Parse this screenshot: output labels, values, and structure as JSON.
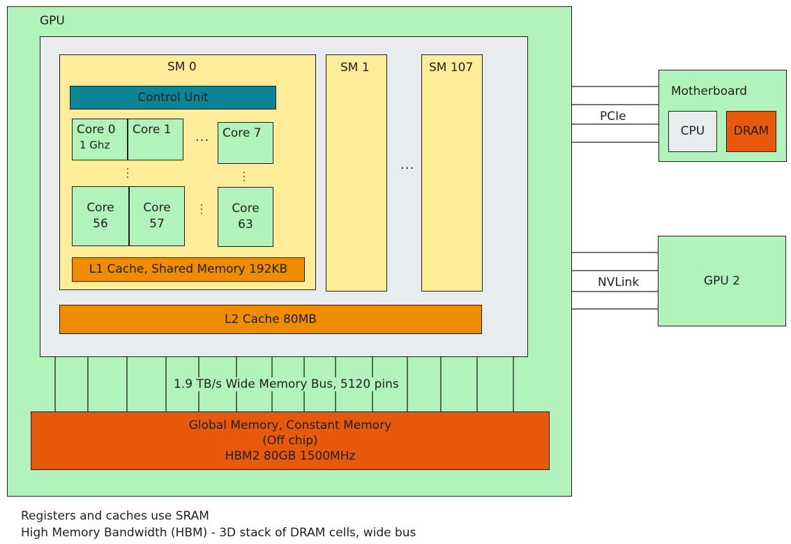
{
  "gpu": {
    "label": "GPU",
    "sm0": {
      "title": "SM 0",
      "control_unit": "Control Unit",
      "cores": {
        "c0": [
          "Core 0",
          "1 Ghz"
        ],
        "c1": [
          "Core 1"
        ],
        "c7": [
          "Core 7"
        ],
        "c56": [
          "Core",
          "56"
        ],
        "c57": [
          "Core",
          "57"
        ],
        "c63": [
          "Core",
          "63"
        ]
      },
      "ellipsis": "...",
      "l1": "L1 Cache, Shared Memory 192KB"
    },
    "sm1": "SM 1",
    "sm107": "SM 107",
    "sm_ellipsis": "...",
    "l2": "L2 Cache 80MB",
    "bus": "1.9 TB/s Wide Memory Bus, 5120 pins",
    "global_memory": {
      "line1": "Global Memory, Constant Memory",
      "line2": "(Off chip)",
      "line3": "HBM2 80GB 1500MHz"
    }
  },
  "motherboard": {
    "label": "Motherboard",
    "cpu": "CPU",
    "dram": "DRAM",
    "link": "PCIe"
  },
  "gpu2": {
    "label": "GPU 2",
    "link": "NVLink"
  },
  "notes": {
    "line1": "Registers and caches use SRAM",
    "line2": "High Memory Bandwidth (HBM) - 3D stack of DRAM cells, wide bus"
  },
  "colors": {
    "green": "#b2f2bb",
    "grey": "#e9ecef",
    "yellow": "#ffec99",
    "orange": "#f08c00",
    "red": "#e8590c",
    "teal": "#0c8599"
  }
}
